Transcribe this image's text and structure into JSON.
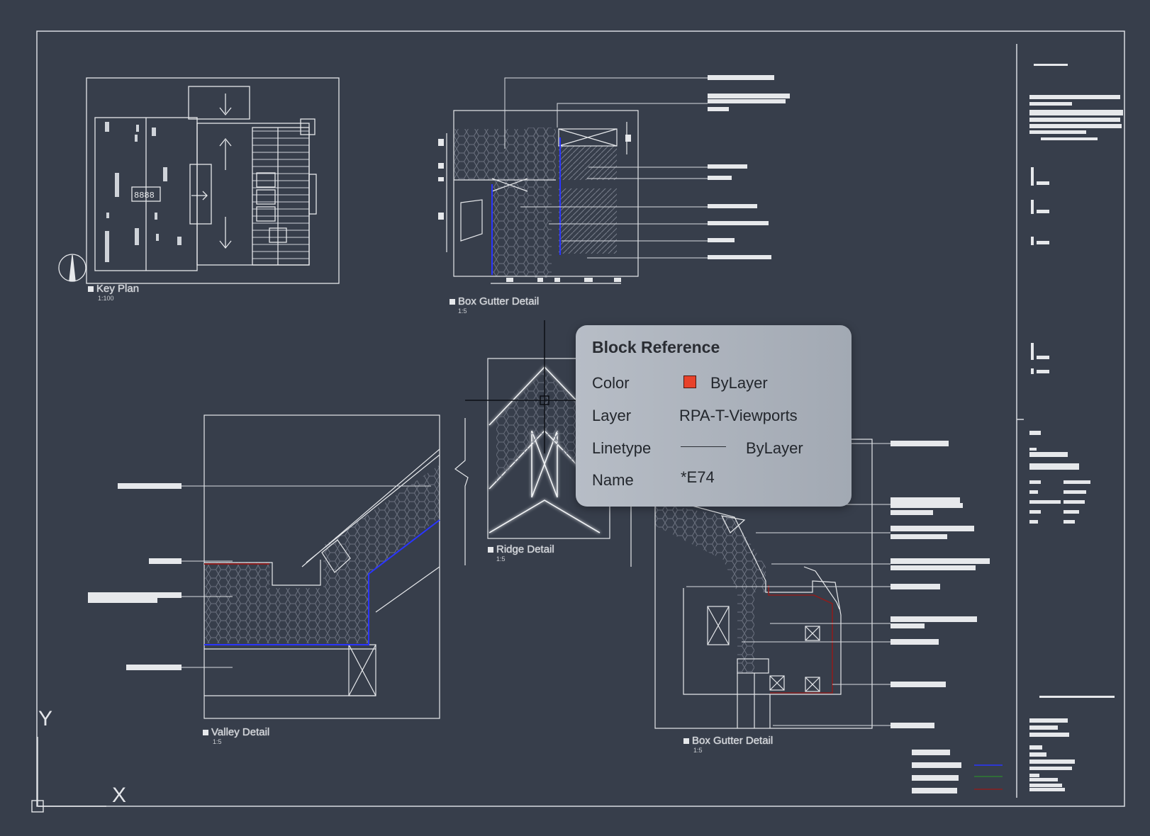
{
  "drawing": {
    "details": [
      {
        "title": "Key Plan",
        "scale": "1:100"
      },
      {
        "title": "Box Gutter Detail",
        "scale": "1:5"
      },
      {
        "title": "Ridge Detail",
        "scale": "1:5"
      },
      {
        "title": "Valley Detail",
        "scale": "1:5"
      },
      {
        "title": "Box Gutter Detail",
        "scale": "1:5"
      }
    ],
    "ucs": {
      "y": "Y",
      "x": "X"
    },
    "keyplan_tag": "8888"
  },
  "tooltip": {
    "title": "Block Reference",
    "rows": [
      {
        "label": "Color",
        "value": "ByLayer"
      },
      {
        "label": "Layer",
        "value": "RPA-T-Viewports"
      },
      {
        "label": "Linetype",
        "value": "ByLayer"
      },
      {
        "label": "Name",
        "value": "*E74"
      }
    ],
    "color_swatch": "#e8422b"
  },
  "colors": {
    "background": "#373e4b",
    "linework": "#e6e8eb",
    "accent_blue": "#2a35ff",
    "accent_red": "#8b1e1e",
    "accent_green": "#2e7d32"
  }
}
